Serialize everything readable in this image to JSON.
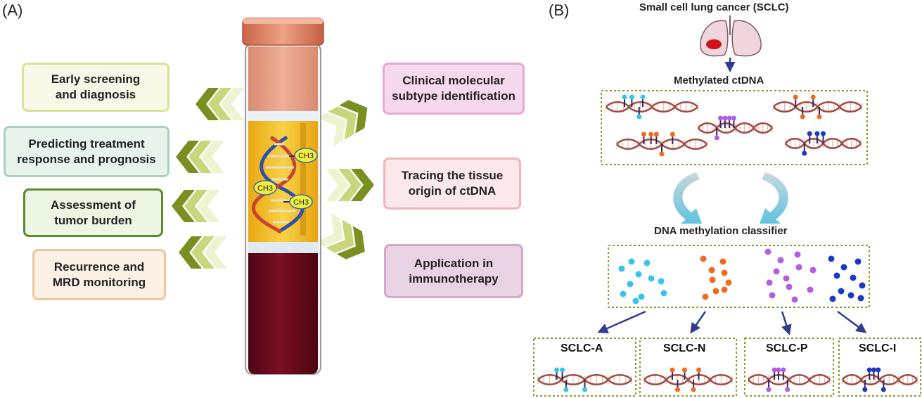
{
  "panel_a": {
    "label": "(A)",
    "left_boxes": [
      {
        "text": "Early screening\nand diagnosis",
        "fill": "#f7f8e6",
        "border": "#d9e29a"
      },
      {
        "text": "Predicting treatment\nresponse and prognosis",
        "fill": "#e8f3ee",
        "border": "#a9d1bd"
      },
      {
        "text": "Assessment of\ntumor burden",
        "fill": "#ecf6e2",
        "border": "#5c8a2e"
      },
      {
        "text": "Recurrence and\nMRD monitoring",
        "fill": "#fdf1e6",
        "border": "#f1c49a"
      }
    ],
    "right_boxes": [
      {
        "text": "Clinical molecular\nsubtype identification",
        "fill": "#f6d9ec",
        "border": "#e7a9cf"
      },
      {
        "text": "Tracing the tissue\norigin of ctDNA",
        "fill": "#fbe8ea",
        "border": "#efb4bc"
      },
      {
        "text": "Application in\nimmunotherapy",
        "fill": "#e7d3e2",
        "border": "#d6a7c9"
      }
    ],
    "methyl_labels": [
      "CH3",
      "CH3",
      "CH3"
    ]
  },
  "panel_b": {
    "label": "(B)",
    "top_title": "Small cell lung cancer (SCLC)",
    "methylated_title": "Methylated ctDNA",
    "classifier_title": "DNA methylation classifier",
    "subtypes": [
      "SCLC-A",
      "SCLC-N",
      "SCLC-P",
      "SCLC-I"
    ],
    "subtype_colors": [
      "#38c3ea",
      "#f16b1f",
      "#b35ee0",
      "#1a39c4"
    ]
  },
  "colors": {
    "arrow_dark": "#7a8f22",
    "arrow_light": "#e8efc0",
    "blood": "#6e0b1e",
    "plasma": "#f4c430",
    "cap": "#e0896c",
    "frame": "#7a8f22",
    "dna": "#a14b42"
  }
}
